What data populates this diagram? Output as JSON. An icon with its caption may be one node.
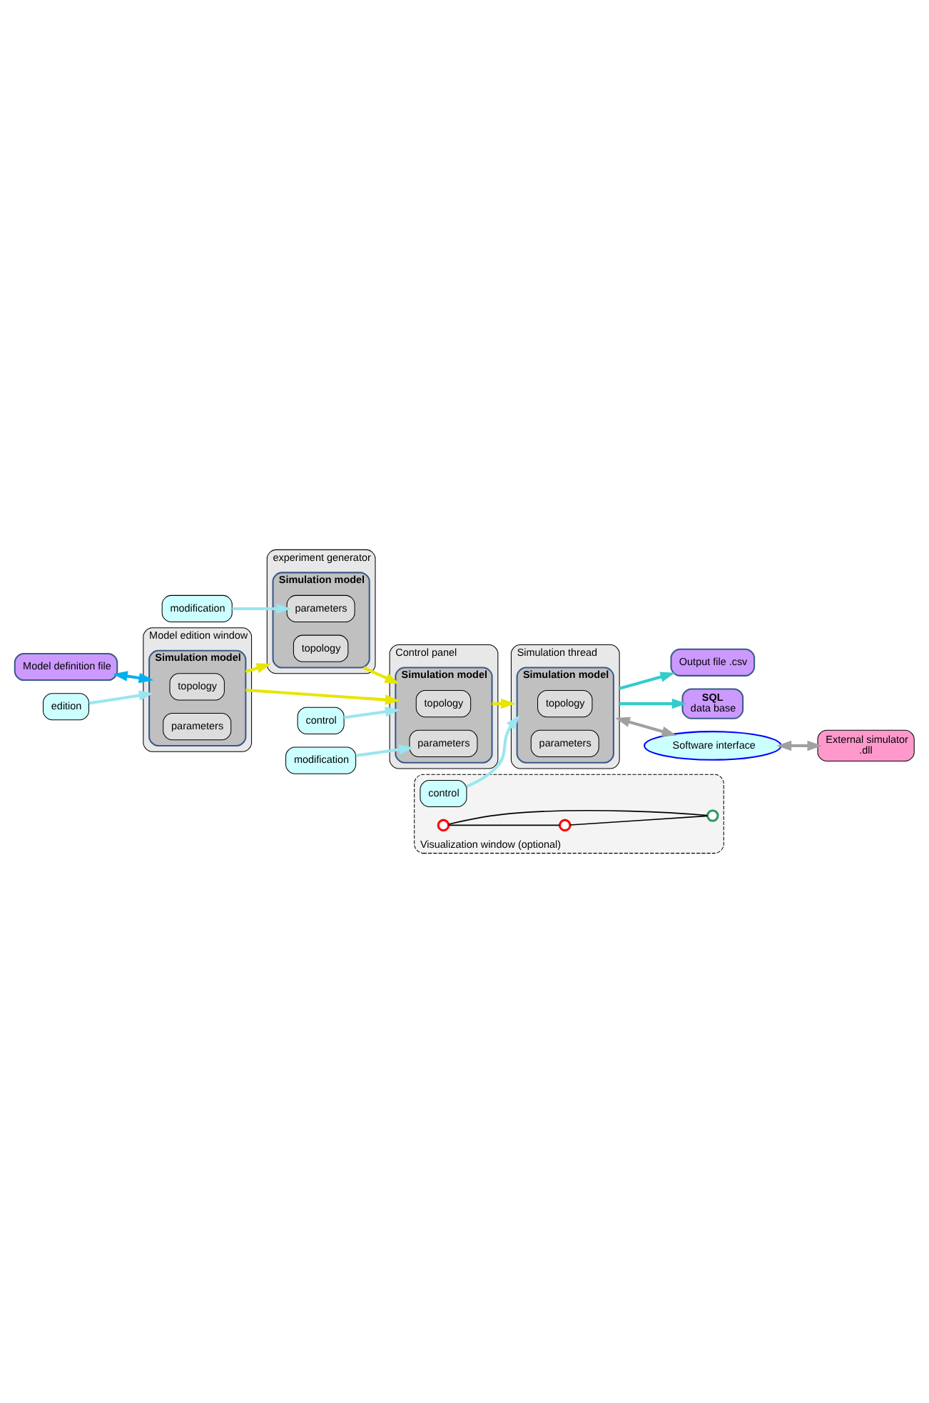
{
  "diagram": {
    "nodes": [
      {
        "text": [
          "Model definition file"
        ]
      },
      {
        "text": [
          "Model edition window"
        ]
      },
      {
        "text": [
          "edition"
        ]
      },
      {
        "text": [
          "Simulation model"
        ],
        "in": 1
      },
      {
        "text": [
          "topology"
        ],
        "in": 3
      },
      {
        "text": [
          "parameters"
        ],
        "in": 3
      },
      {
        "text": [
          "experiment generator"
        ]
      },
      {
        "text": [
          "modification"
        ]
      },
      {
        "text": [
          "Simulation model"
        ],
        "in": 6
      },
      {
        "text": [
          "topology"
        ],
        "in": 8
      },
      {
        "text": [
          "parameters"
        ],
        "in": 8
      },
      {
        "text": [
          "Control panel"
        ]
      },
      {
        "text": [
          "control"
        ]
      },
      {
        "text": [
          "modification"
        ]
      },
      {
        "text": [
          "Simulation model"
        ],
        "in": 11
      },
      {
        "text": [
          "topology"
        ],
        "in": 14
      },
      {
        "text": [
          "parameters"
        ],
        "in": 14
      },
      {
        "text": [
          "Visualization window (optional)"
        ]
      },
      {
        "text": [],
        "shape": "circle",
        "in": 17
      },
      {
        "text": [],
        "shape": "circle",
        "in": 17
      },
      {
        "text": [],
        "shape": "circle",
        "in": 17
      },
      {
        "text": [
          "control"
        ],
        "in": 17
      },
      {
        "text": [
          "Simulation thread"
        ]
      },
      {
        "text": [
          "Simulation model"
        ],
        "in": 22
      },
      {
        "text": [
          "topology"
        ],
        "in": 23
      },
      {
        "text": [
          "parameters"
        ],
        "in": 23
      },
      {
        "text": [
          "Output file .csv"
        ]
      },
      {
        "text": [
          "SQL",
          "data base"
        ]
      },
      {
        "text": [
          "Software interface"
        ]
      },
      {
        "text": [
          "External simulator",
          ".dll"
        ]
      }
    ],
    "edges": [
      {
        "from": 0,
        "to": 3,
        "arrow": "both",
        "color": "#00b0f0"
      },
      {
        "from": 2,
        "to": 3,
        "arrow": "to",
        "color": "#99e6f0"
      },
      {
        "from": 3,
        "to": 6,
        "arrow": "to",
        "color": "#e6e600"
      },
      {
        "from": 3,
        "to": 14,
        "arrow": "to",
        "color": "#e6e600"
      },
      {
        "from": 7,
        "to": 10,
        "arrow": "to",
        "color": "#99e6f0"
      },
      {
        "from": 8,
        "to": 14,
        "arrow": "to",
        "color": "#e6e600"
      },
      {
        "from": 12,
        "to": 14,
        "arrow": "to",
        "color": "#99e6f0"
      },
      {
        "from": 13,
        "to": 16,
        "arrow": "to",
        "color": "#99e6f0"
      },
      {
        "from": 14,
        "to": 22,
        "arrow": "to",
        "color": "#e6e600"
      },
      {
        "from": 21,
        "to": 23,
        "arrow": "to",
        "color": "#99e6f0"
      },
      {
        "from": 22,
        "to": 26,
        "arrow": "to",
        "color": "#33cccc"
      },
      {
        "from": 22,
        "to": 27,
        "arrow": "to",
        "color": "#33cccc"
      },
      {
        "from": 22,
        "to": 28,
        "arrow": "both",
        "color": "#a0a0a0"
      },
      {
        "from": 28,
        "to": 29,
        "arrow": "both",
        "color": "#a0a0a0"
      },
      {
        "from": 18,
        "to": 19,
        "arrow": "none",
        "color": "#000000"
      },
      {
        "from": 18,
        "to": 20,
        "arrow": "none",
        "color": "#000000"
      },
      {
        "from": 19,
        "to": 20,
        "arrow": "none",
        "color": "#000000"
      }
    ]
  }
}
